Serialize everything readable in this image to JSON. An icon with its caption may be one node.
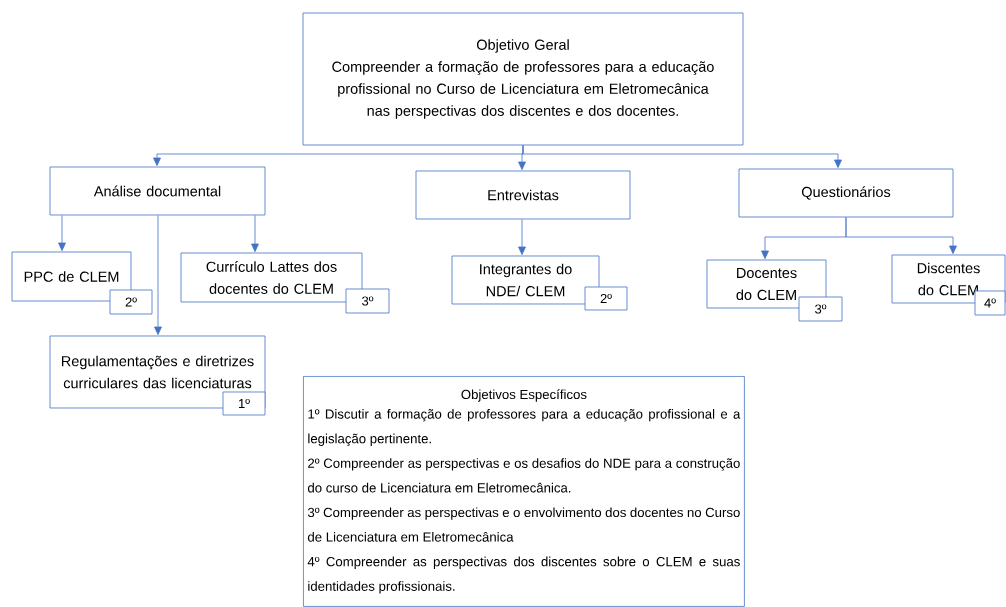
{
  "diagram": {
    "nodes": [
      {
        "text": [
          "Objetivo Geral",
          "Compreender a formação de professores para a educação profissional no Curso de Licenciatura em Eletromecânica nas perspectivas dos discentes e dos docentes."
        ]
      },
      {
        "text": [
          "Análise documental"
        ]
      },
      {
        "text": [
          "Entrevistas"
        ]
      },
      {
        "text": [
          "Questionários"
        ]
      },
      {
        "text": [
          "PPC de CLEM"
        ]
      },
      {
        "text": [
          "2º"
        ]
      },
      {
        "text": [
          "Currículo Lattes dos docentes do CLEM"
        ]
      },
      {
        "text": [
          "3º"
        ]
      },
      {
        "text": [
          "Integrantes do NDE/ CLEM"
        ]
      },
      {
        "text": [
          "2º"
        ]
      },
      {
        "text": [
          "Docentes do CLEM"
        ]
      },
      {
        "text": [
          "3º"
        ]
      },
      {
        "text": [
          "Discentes do CLEM"
        ]
      },
      {
        "text": [
          "4º"
        ]
      },
      {
        "text": [
          "Regulamentações e diretrizes curriculares das licenciaturas"
        ]
      },
      {
        "text": [
          "1º"
        ]
      },
      {
        "text": [
          "Objetivos Específicos",
          "1º Discutir a formação de professores para a educação profissional e a legislação pertinente.",
          "2º Compreender as perspectivas e os desafios do NDE para a construção do curso de Licenciatura em Eletromecânica.",
          "3º Compreender as perspectivas e o envolvimento dos docentes no Curso de Licenciatura em Eletromecânica",
          "4º Compreender as perspectivas dos discentes sobre o CLEM e suas identidades profissionais."
        ]
      }
    ],
    "edges": [
      {
        "from": 0,
        "to": 1,
        "arrow": "to"
      },
      {
        "from": 0,
        "to": 2,
        "arrow": "to"
      },
      {
        "from": 0,
        "to": 3,
        "arrow": "to"
      },
      {
        "from": 1,
        "to": 4,
        "arrow": "to"
      },
      {
        "from": 1,
        "to": 6,
        "arrow": "to"
      },
      {
        "from": 1,
        "to": 14,
        "arrow": "to"
      },
      {
        "from": 2,
        "to": 8,
        "arrow": "to"
      },
      {
        "from": 3,
        "to": 10,
        "arrow": "to"
      },
      {
        "from": 3,
        "to": 12,
        "arrow": "to"
      }
    ]
  }
}
